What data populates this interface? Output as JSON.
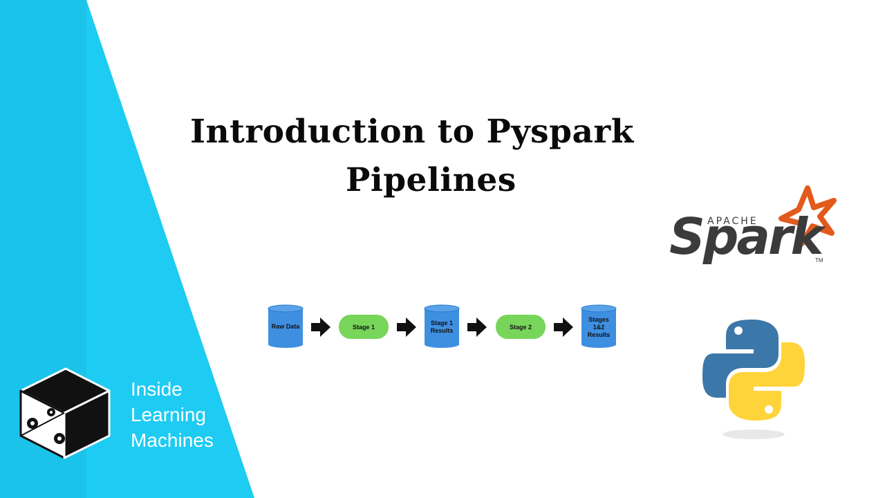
{
  "title": {
    "line1": "Introduction to Pyspark",
    "line2": "Pipelines"
  },
  "brand": {
    "line1": "Inside",
    "line2": "Learning",
    "line3": "Machines"
  },
  "pipeline": {
    "raw_data": "Raw Data",
    "stage1": "Stage 1",
    "stage1_results_l1": "Stage 1",
    "stage1_results_l2": "Results",
    "stage2": "Stage 2",
    "stages12_l1": "Stages",
    "stages12_l2": "1&2",
    "stages12_l3": "Results"
  },
  "logos": {
    "apache": "APACHE",
    "spark": "Spark",
    "tm": "TM",
    "python_icon": "python-logo-icon",
    "cube_icon": "gear-cube-icon"
  },
  "colors": {
    "cyan": "#1ecbf2",
    "cylinder": "#3f8fe0",
    "stage": "#77d65a",
    "spark_star": "#e25a1c",
    "python_blue": "#3c77a9",
    "python_yellow": "#ffd43b"
  }
}
